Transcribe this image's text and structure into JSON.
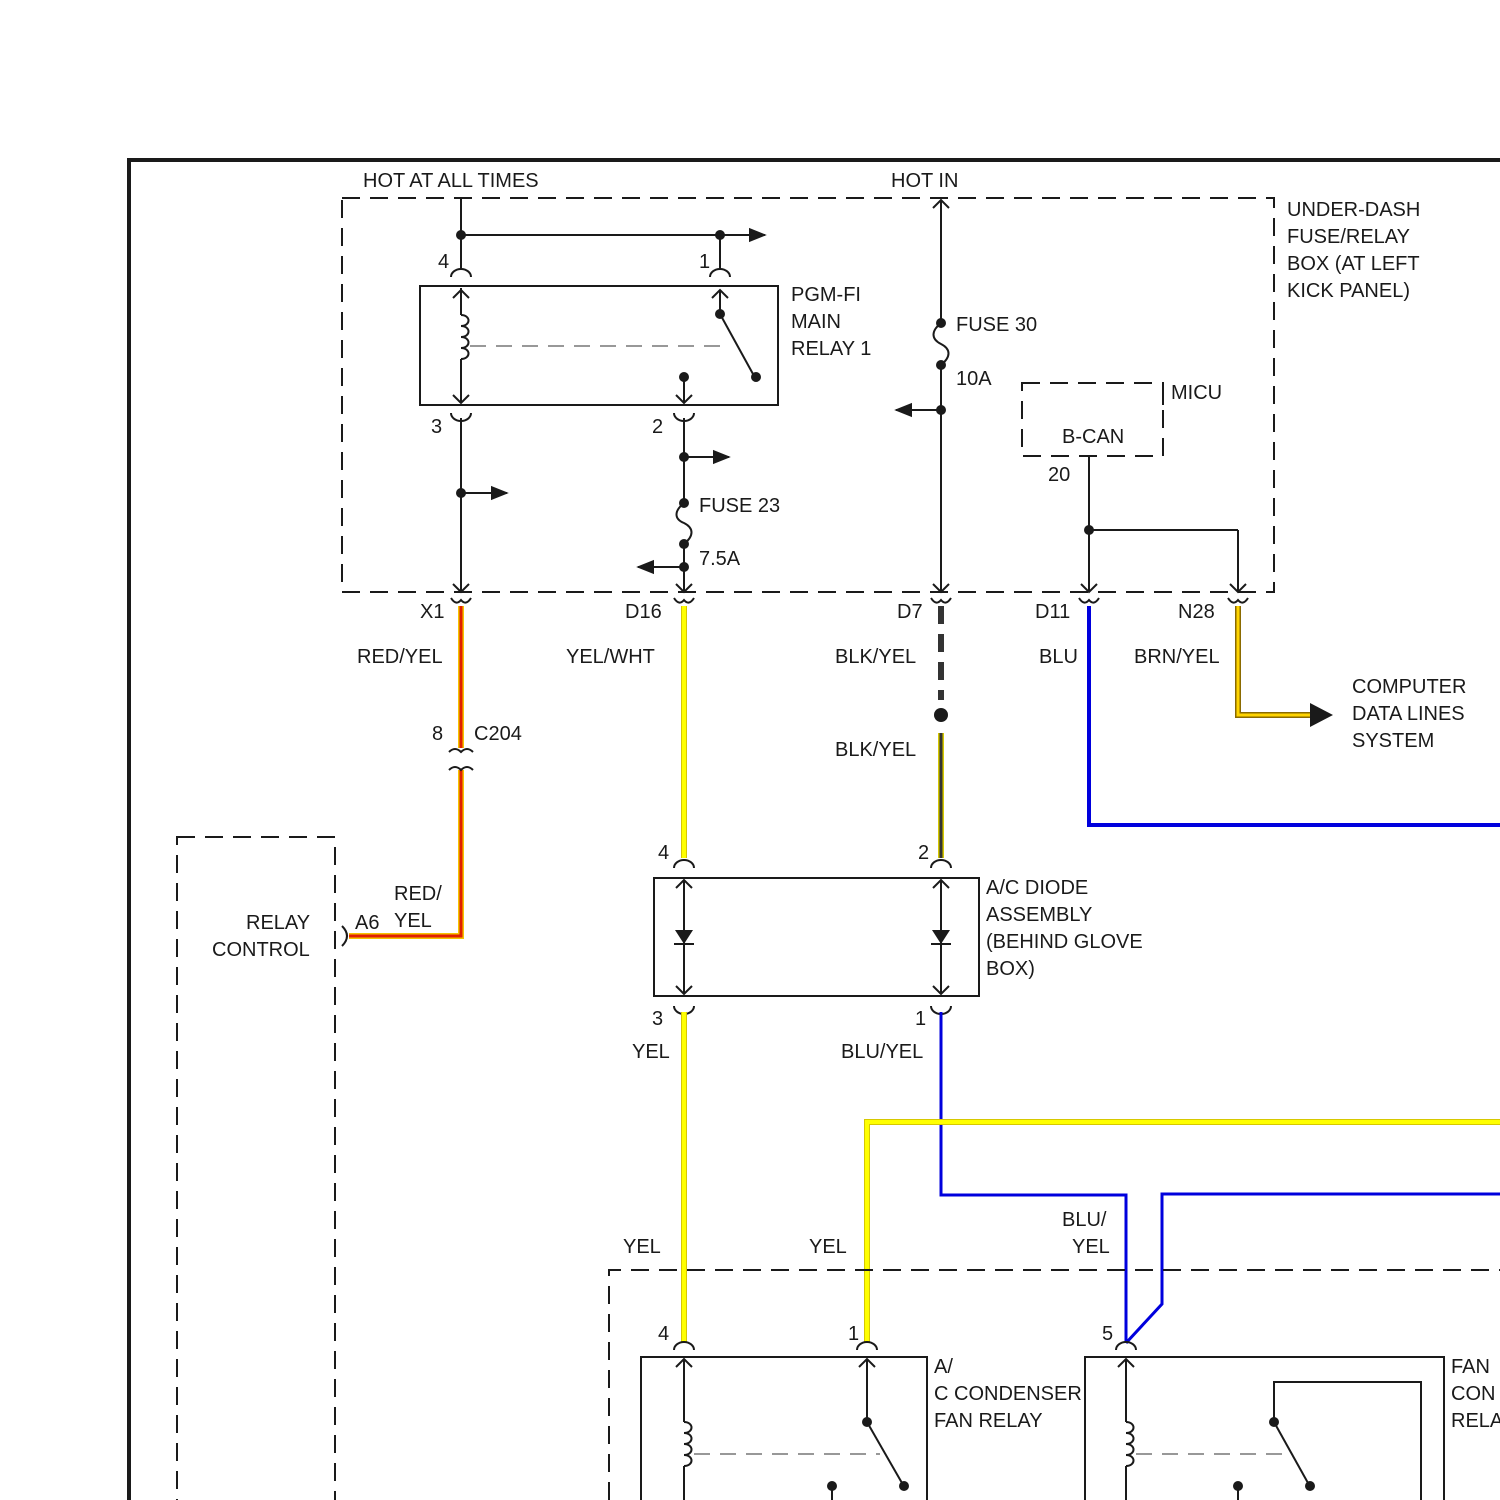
{
  "colors": {
    "red_yel": "#e02000",
    "red_yel_edge": "#f5c400",
    "yel": "#ffff00",
    "yel_edge": "#d6c800",
    "blu": "#0000dd",
    "brn_yel": "#ffd400",
    "brn_yel_edge": "#8a6a00"
  },
  "power": {
    "hot_at_all_times": "HOT AT ALL TIMES",
    "hot_in": "HOT IN"
  },
  "fuse_box": {
    "label": [
      "UNDER-DASH",
      "FUSE/RELAY",
      "BOX (AT LEFT",
      "KICK PANEL)"
    ],
    "fuse30": {
      "name": "FUSE 30",
      "rating": "10A"
    },
    "fuse23": {
      "name": "FUSE 23",
      "rating": "7.5A"
    },
    "connectors": [
      "X1",
      "D16",
      "D7",
      "D11",
      "N28"
    ]
  },
  "main_relay": {
    "label": [
      "PGM-FI",
      "MAIN",
      "RELAY 1"
    ],
    "pins": {
      "p4": "4",
      "p1": "1",
      "p3": "3",
      "p2": "2"
    }
  },
  "micu": {
    "label": "MICU",
    "module": "B-CAN",
    "pin": "20"
  },
  "wires": {
    "red_yel": "RED/YEL",
    "yel_wht": "YEL/WHT",
    "blk_yel": "BLK/YEL",
    "blk_yel_2": "BLK/YEL",
    "blu": "BLU",
    "brn_yel": "BRN/YEL",
    "red_yel_split": [
      "RED/",
      "YEL"
    ],
    "yel_1": "YEL",
    "blu_yel": "BLU/YEL",
    "yel_2": "YEL",
    "yel_3": "YEL",
    "blu_yel_split": [
      "BLU/",
      "YEL"
    ]
  },
  "c204": {
    "name": "C204",
    "pin": "8"
  },
  "computer_data": [
    "COMPUTER",
    "DATA LINES",
    "SYSTEM"
  ],
  "relay_control": {
    "label": [
      "RELAY",
      "CONTROL"
    ],
    "pin": "A6"
  },
  "diode": {
    "label": [
      "A/C DIODE",
      "ASSEMBLY",
      "(BEHIND GLOVE",
      "BOX)"
    ],
    "pins": {
      "p4": "4",
      "p2": "2",
      "p3": "3",
      "p1": "1"
    }
  },
  "ac_relay": {
    "label": [
      "A/",
      "C CONDENSER",
      "FAN RELAY"
    ],
    "pins": {
      "p4": "4",
      "p1": "1"
    }
  },
  "fan_relay": {
    "label": [
      "FAN",
      "CON",
      "RELA"
    ],
    "pins": {
      "p5": "5"
    }
  }
}
